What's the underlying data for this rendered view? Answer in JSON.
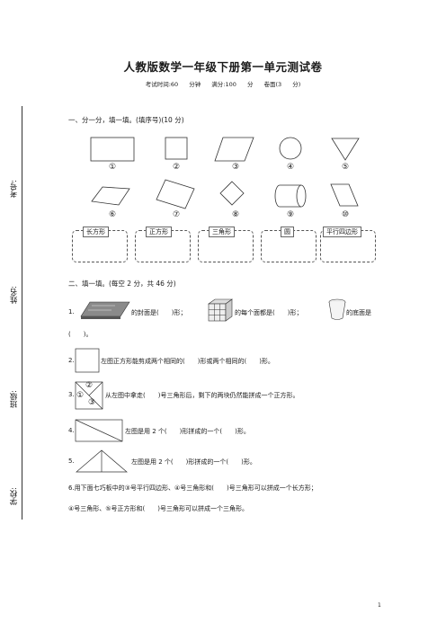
{
  "header": {
    "title": "人教版数学一年级下册第一单元测试卷",
    "info": "考试时间:60 分钟  满分:100 分  卷面(3 分)"
  },
  "side_labels": {
    "exam_no": "考号:",
    "name": "姓名:",
    "class": "班级:",
    "school": "学校:"
  },
  "section1": {
    "heading": "一、分一分，填一填。(填序号)(10 分)",
    "shape_numbers": [
      "①",
      "②",
      "③",
      "④",
      "⑤",
      "⑥",
      "⑦",
      "⑧",
      "⑨",
      "⑩"
    ],
    "boxes": [
      "长方形",
      "正方形",
      "三角形",
      "圆",
      "平行四边形"
    ]
  },
  "section2": {
    "heading": "二、填一填。(每空 2 分，共 46 分)",
    "q1": {
      "num": "1.",
      "part1": "的封面是(　　)形；",
      "part2": "的每个面都是(　　)形；",
      "part3": "的底面是",
      "part4": "(　　)。"
    },
    "q2": {
      "num": "2.",
      "text": "左图正方形能剪成两个相同的(　　)形或两个相同的(　　)形。"
    },
    "q3": {
      "num": "3.",
      "text": "从左图中拿走(　　)号三角形后，剩下的两块仍然能拼成一个正方形。",
      "labels": [
        "①",
        "②",
        "③"
      ]
    },
    "q4": {
      "num": "4.",
      "text": "左图是用 2 个(　　)形拼成的一个(　　)形。"
    },
    "q5": {
      "num": "5.",
      "text": "左图是用 2 个(　　)形拼成的一个(　　)形。"
    },
    "q6": {
      "line1": "6.用下面七巧板中的③号平行四边形、④号三角形和(　　)号三角形可以拼成一个长方形；",
      "line2": "④号三角形、⑤号正方形和(　　)号三角形可以拼成一个三角形。"
    }
  },
  "footer": {
    "page": "1"
  }
}
